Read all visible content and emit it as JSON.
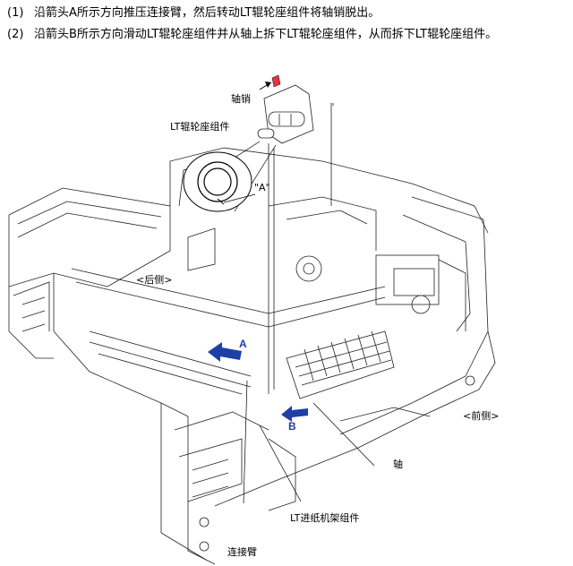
{
  "instructions": [
    {
      "number": "(1)",
      "text": "沿箭头A所示方向推压连接臂，然后转动LT辊轮座组件将轴销脱出。"
    },
    {
      "number": "(2)",
      "text": "沿箭头B所示方向滑动LT辊轮座组件并从轴上拆下LT辊轮座组件，从而拆下LT辊轮座组件。"
    }
  ],
  "figure": {
    "callouts": {
      "pin": "轴销",
      "roller_holder": "LT辊轮座组件",
      "detail": "\"A\"",
      "rear": "<后侧>",
      "front": "<前侧>",
      "shaft": "轴",
      "paper_tray": "LT进纸机架组件",
      "link_arm": "连接臂"
    },
    "arrows": {
      "a": "A",
      "b": "B"
    },
    "colors": {
      "arrow_blue": "#1f3fa8",
      "pin_red": "#e8323c"
    }
  }
}
